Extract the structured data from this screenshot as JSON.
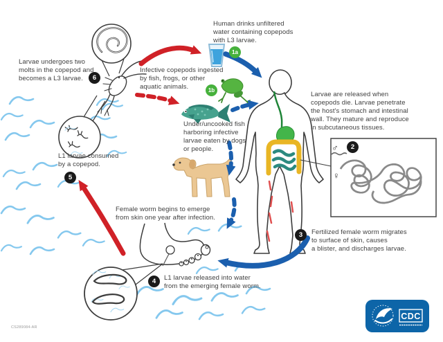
{
  "annotations": {
    "step1a_text": "Human drinks unfiltered\nwater containing copepods\nwith L3 larvae.",
    "step1b_text": "Infective copepods ingested\nby fish, frogs, or other\naquatic animals.",
    "released_text": "Larvae are released when\ncopepods die. Larvae penetrate\nthe host's stomach and intestinal\nwall.  They mature and reproduce\nin subcutaneous tissues.",
    "uncooked_text": "Under/uncooked fish\nharboring infective\nlarvae eaten by dogs\nor people.",
    "step3_text": "Fertilized female worm migrates\nto surface of skin, causes\na blister, and discharges larvae.",
    "step4_text": "L1 larvae released into water\nfrom the emerging female worm.",
    "step5_text": "L1 larvae consumed\nby a copepod.",
    "step6_text": "Larvae undergoes two\nmolts in the copepod and\nbecomes a L3 larvae.",
    "emerge_text": "Female worm begins to emerge\nfrom skin one year after infection."
  },
  "badges": {
    "b1a": "1a",
    "b1b": "1b",
    "b2": "2",
    "b3": "3",
    "b4": "4",
    "b5": "5",
    "b6": "6"
  },
  "symbols": {
    "male": "♂",
    "female": "♀"
  },
  "logo": {
    "agency": "CDC"
  },
  "footer": {
    "doc_id": "CS289084-AR"
  },
  "colors": {
    "arrow_red": "#d02127",
    "arrow_blue": "#1b5fae",
    "badge_green": "#46b13c",
    "badge_black": "#1a1a1a",
    "wave_blue": "#85c8ee",
    "water_blue": "#3ea3dd",
    "stomach_green": "#43b54a",
    "intestine_yellow": "#e9b625",
    "intestine_teal": "#2c8a80",
    "dog_tan": "#ebc793",
    "fish_teal": "#46a28e",
    "frog_green": "#55b441",
    "cdc_blue": "#0d65a8"
  }
}
